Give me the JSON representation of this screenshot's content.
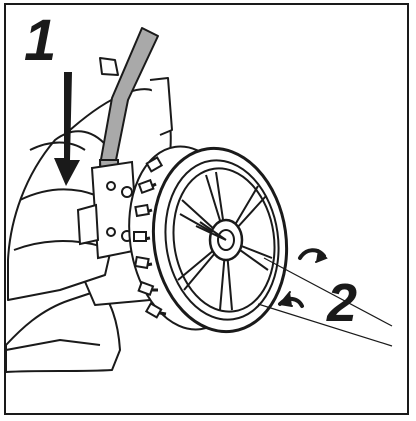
{
  "steps": [
    {
      "number": "1",
      "action": "push-handle-down"
    },
    {
      "number": "2",
      "action": "rotate-wheel"
    }
  ],
  "icons": {
    "arrow_1": "down-arrow-icon",
    "arrow_2": "rotate-arrow-icon"
  },
  "colors": {
    "line": "#1a1a1a",
    "handle": "#a9a9a9",
    "background": "#ffffff"
  }
}
